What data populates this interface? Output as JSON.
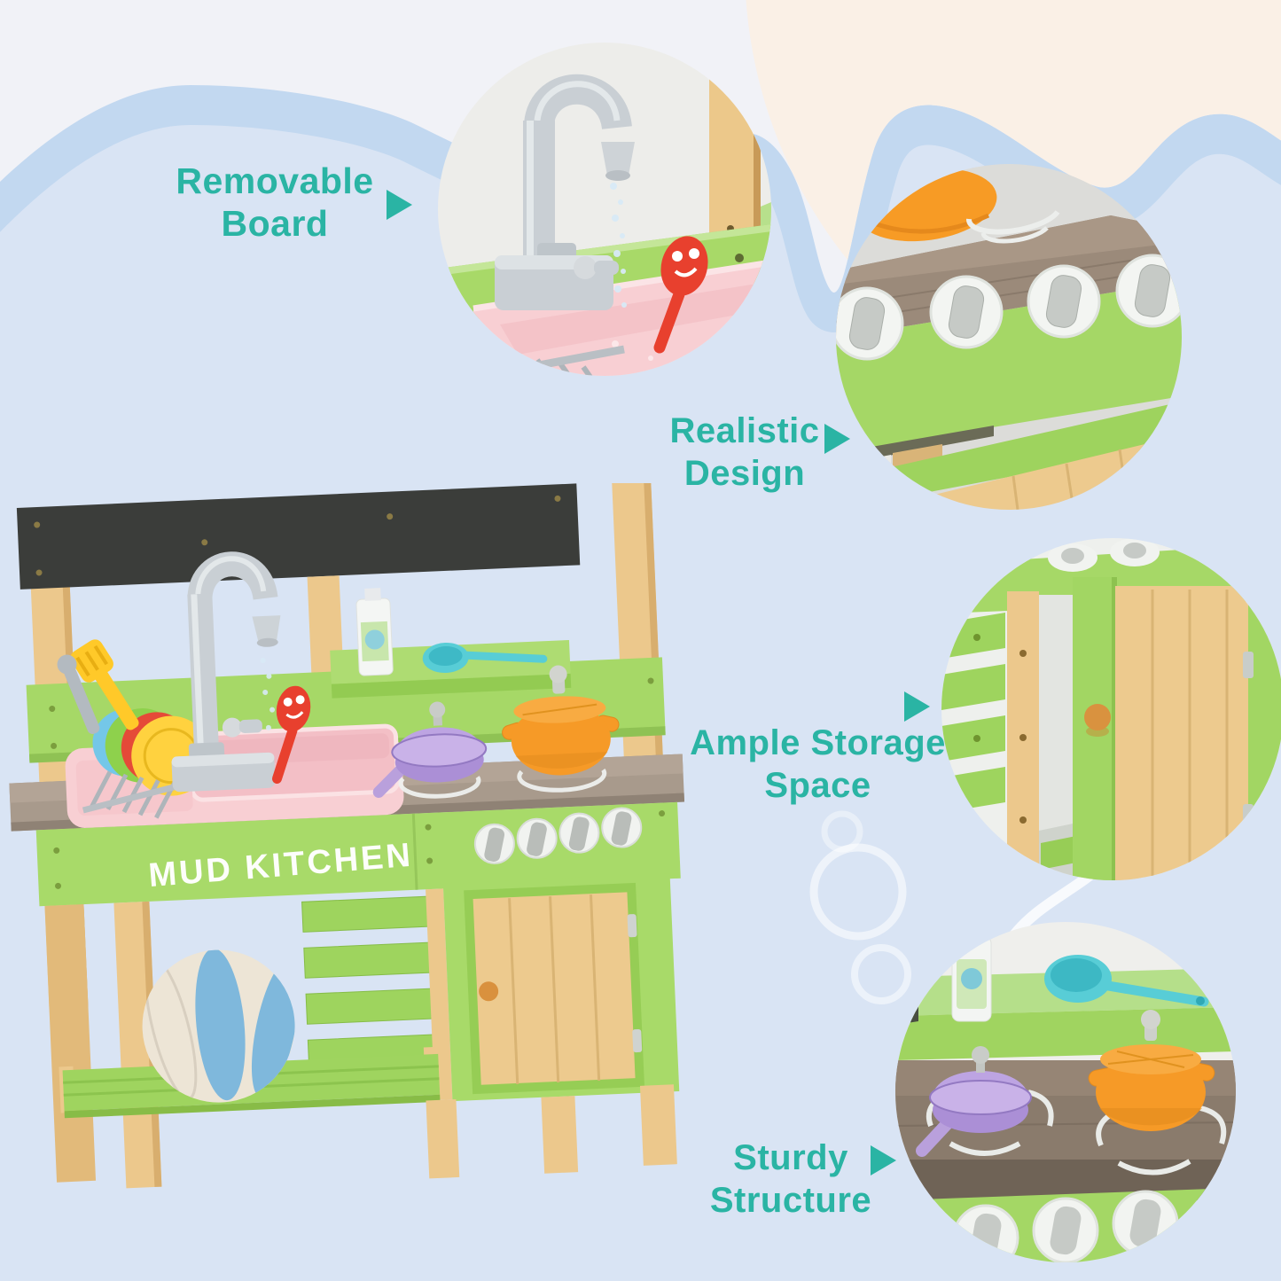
{
  "title": "Mud kitchen feature infographic",
  "accent_color": "#2AB4A4",
  "palette": {
    "sky": "#D9E4F4",
    "cloud_white": "#F1F2F7",
    "cloud_peach": "#FAF0E6",
    "cloud_edge": "#C2D8F0",
    "green": "#A6D867",
    "wood": "#ECC88C",
    "counter_brown": "#9B8B7B",
    "chalkboard": "#3B3D3A",
    "sink_pink": "#F8CFD3",
    "pot_orange": "#F69A27",
    "pan_purple": "#AB8FD6",
    "ladle_teal": "#58CDD6",
    "spoon_red": "#E8402E",
    "ball_blue": "#7FB8DC",
    "knob_gray": "#B9BDB9"
  },
  "callouts": [
    {
      "id": "removable-board",
      "line1": "Removable",
      "line2": "Board"
    },
    {
      "id": "realistic-design",
      "line1": "Realistic",
      "line2": "Design"
    },
    {
      "id": "ample-storage-space",
      "line1": "Ample Storage",
      "line2": "Space"
    },
    {
      "id": "sturdy-structure",
      "line1": "Sturdy",
      "line2": "Structure"
    }
  ],
  "product": {
    "branding_text": "MUD KITCHEN"
  }
}
